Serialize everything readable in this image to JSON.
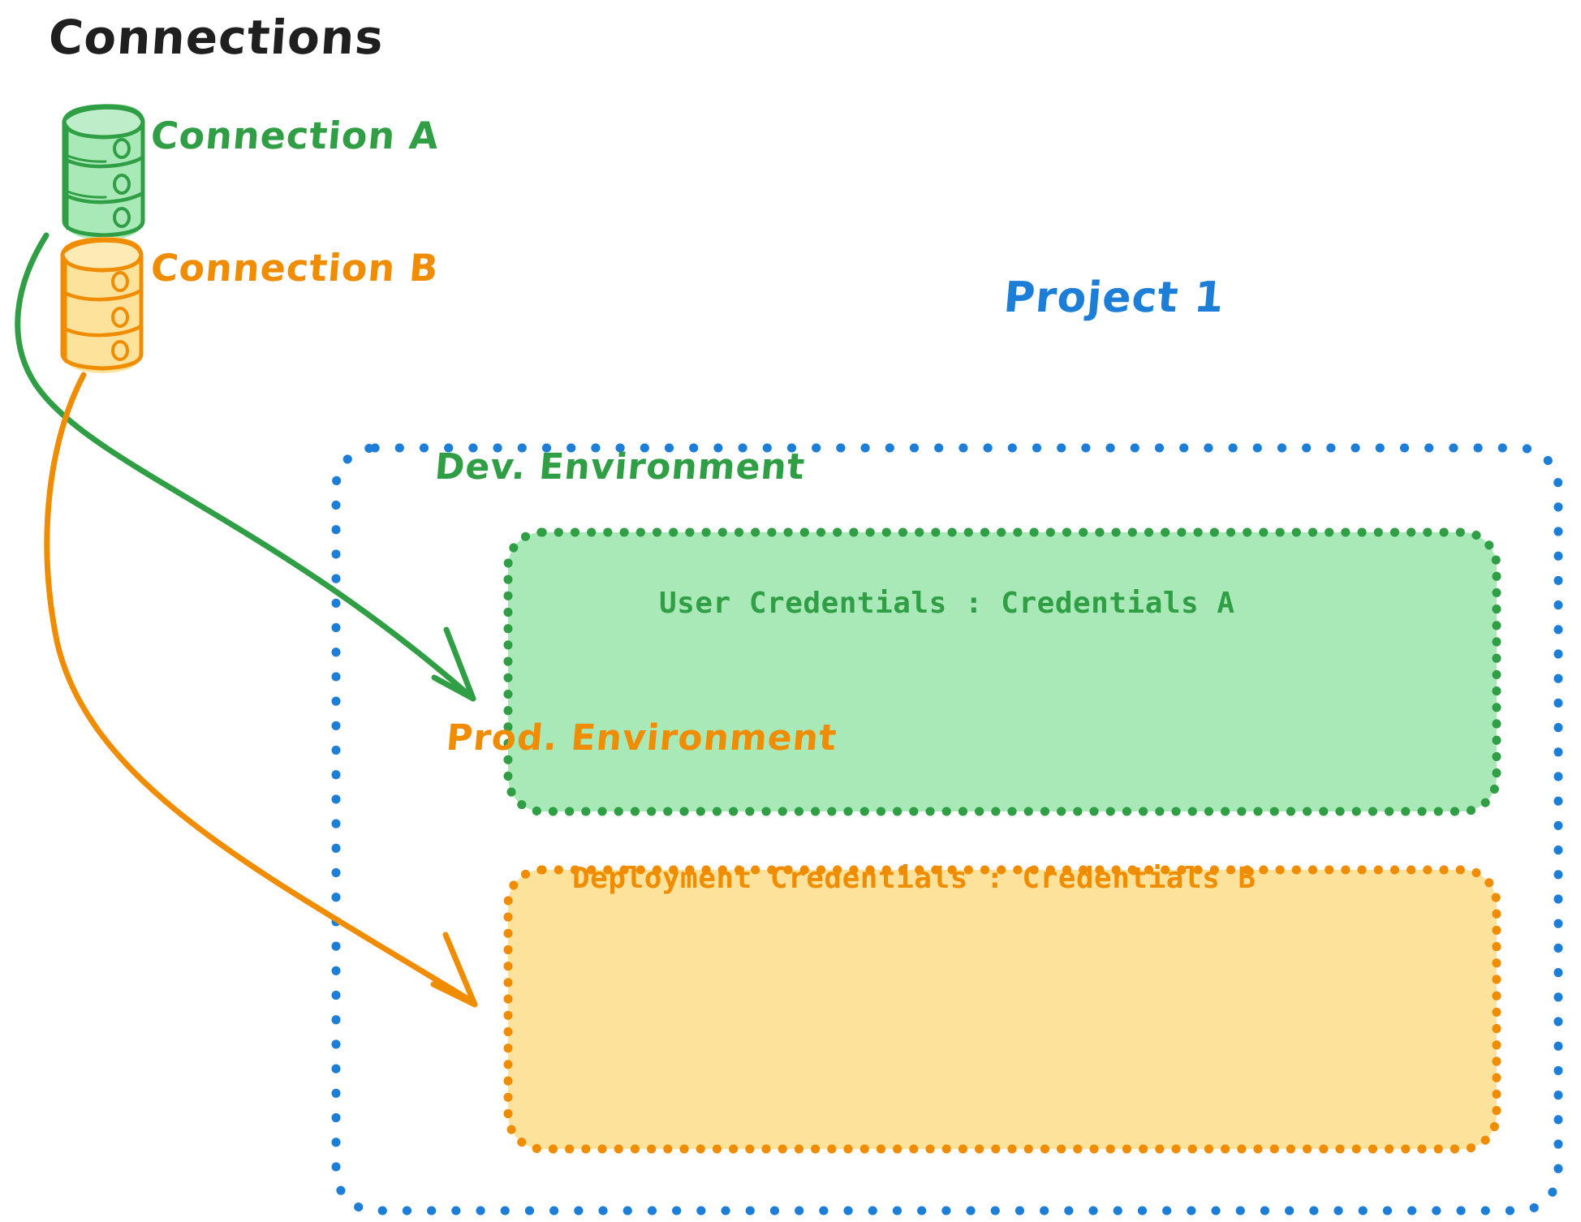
{
  "page": {
    "title": "Connections",
    "background": "#ffffff"
  },
  "colors": {
    "green_stroke": "#2f9e44",
    "green_fill": "#a9e9b8",
    "orange_stroke": "#f08c00",
    "orange_fill": "#fce29a",
    "blue_stroke": "#1c7ed6",
    "title_black": "#1f1f1f"
  },
  "connections": [
    {
      "id": "connection-a",
      "label": "Connection A",
      "icon": "database-icon",
      "color": "#2f9e44"
    },
    {
      "id": "connection-b",
      "label": "Connection B",
      "icon": "database-icon",
      "color": "#f08c00"
    }
  ],
  "project": {
    "label": "Project 1",
    "color": "#1c7ed6",
    "border_style": "dotted",
    "environments": [
      {
        "id": "dev-environment",
        "title": "Dev. Environment",
        "credential_label": "User Credentials",
        "credential_value": "Credentials A",
        "credential_text": "User Credentials : Credentials A",
        "color": "#2f9e44",
        "fill": "#a9e9b8",
        "border_style": "dotted"
      },
      {
        "id": "prod-environment",
        "title": "Prod. Environment",
        "credential_label": "Deployment Credentials",
        "credential_value": "Credentials B",
        "credential_text": "Deployment Credentials : Credentials B",
        "color": "#f08c00",
        "fill": "#fce29a",
        "border_style": "dotted"
      }
    ]
  },
  "arrows": [
    {
      "id": "arrow-connection-a-to-dev",
      "from": "connection-a",
      "to": "dev-environment",
      "color": "#2f9e44"
    },
    {
      "id": "arrow-connection-b-to-prod",
      "from": "connection-b",
      "to": "prod-environment",
      "color": "#f08c00"
    }
  ]
}
